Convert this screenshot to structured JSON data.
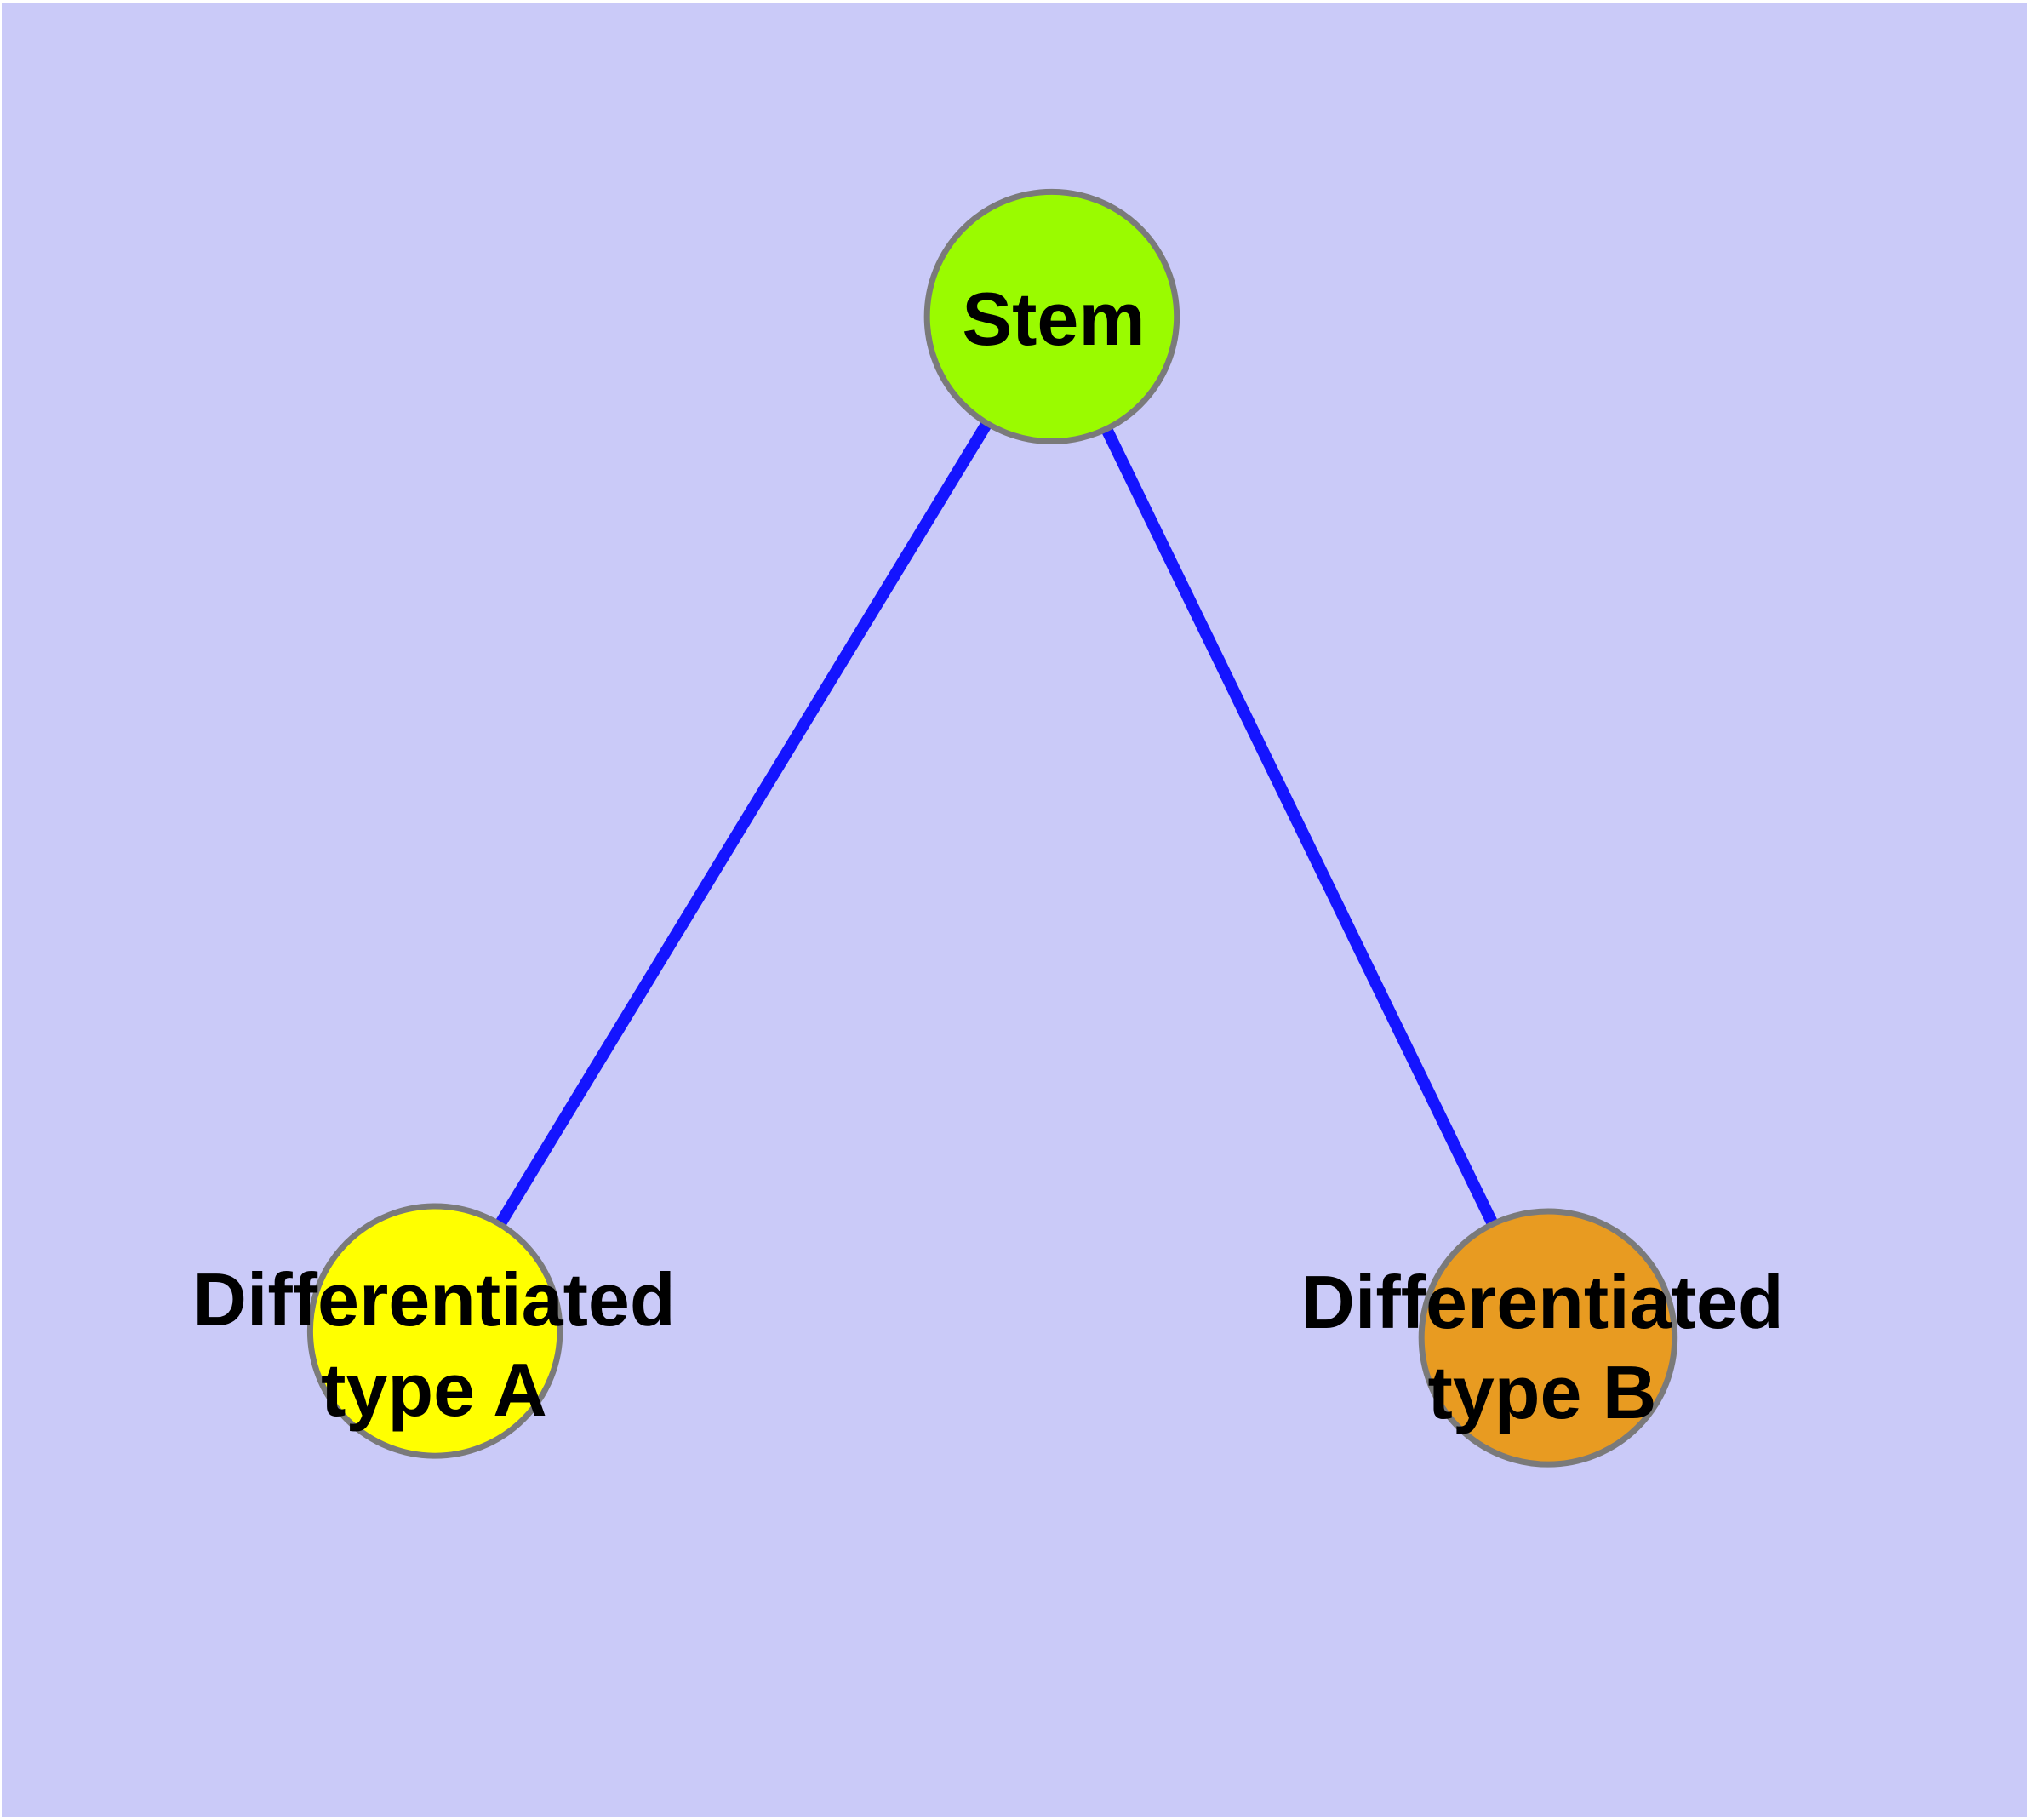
{
  "diagram": {
    "background_color": "#cacaf8",
    "edge_color": "#1414ff",
    "node_border_color": "#7a7a7a",
    "text_color": "#000000",
    "nodes": {
      "stem": {
        "label": "Stem",
        "fill": "#9afb00"
      },
      "type_a": {
        "label": "Differentiated\ntype A",
        "fill": "#ffff00"
      },
      "type_b": {
        "label": "Differentiated\ntype B",
        "fill": "#e89b21"
      }
    },
    "edges": [
      {
        "from": "Stem",
        "to": "Differentiated type A"
      },
      {
        "from": "Stem",
        "to": "Differentiated type B"
      }
    ]
  }
}
